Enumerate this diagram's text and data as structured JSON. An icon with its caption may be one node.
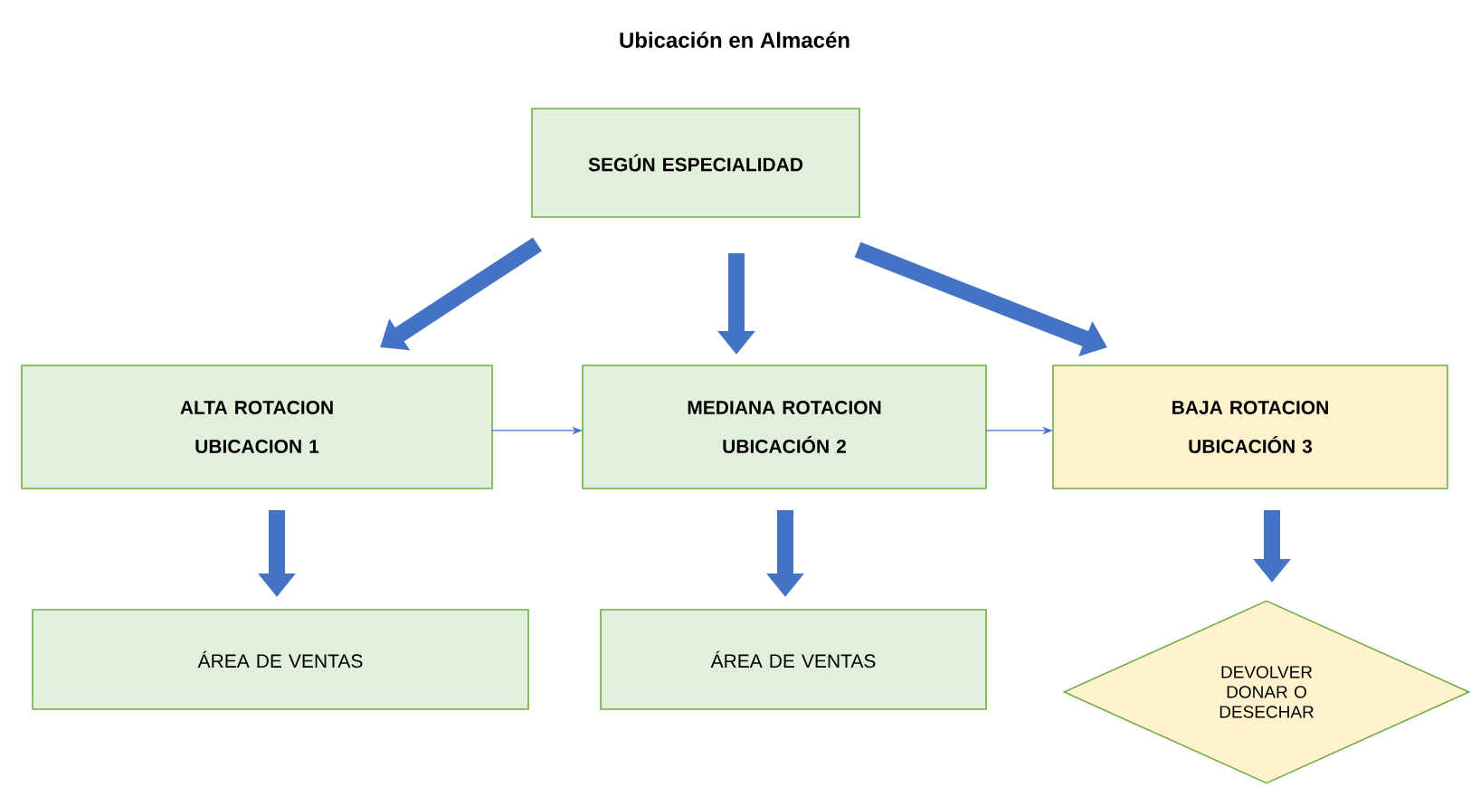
{
  "diagram": {
    "title": "Ubicación en Almacén",
    "nodes": [
      {
        "text": [
          "SEGÚN ESPECIALIDAD"
        ]
      },
      {
        "text": [
          "ALTA ROTACION",
          "UBICACION 1"
        ]
      },
      {
        "text": [
          "MEDIANA ROTACION",
          "UBICACIÓN 2"
        ]
      },
      {
        "text": [
          "BAJA ROTACION",
          "UBICACIÓN 3"
        ]
      },
      {
        "text": [
          "ÁREA DE VENTAS"
        ]
      },
      {
        "text": [
          "ÁREA DE VENTAS"
        ]
      },
      {
        "text": [
          "DEVOLVER DONAR O DESECHAR"
        ]
      }
    ],
    "edges": [
      {
        "from": 0,
        "to": 1,
        "arrow": "to"
      },
      {
        "from": 0,
        "to": 2,
        "arrow": "to"
      },
      {
        "from": 0,
        "to": 3,
        "arrow": "to"
      },
      {
        "from": 1,
        "to": 2,
        "arrow": "to"
      },
      {
        "from": 2,
        "to": 3,
        "arrow": "to"
      },
      {
        "from": 1,
        "to": 4,
        "arrow": "to"
      },
      {
        "from": 2,
        "to": 5,
        "arrow": "to"
      },
      {
        "from": 3,
        "to": 6,
        "arrow": "to"
      }
    ]
  }
}
